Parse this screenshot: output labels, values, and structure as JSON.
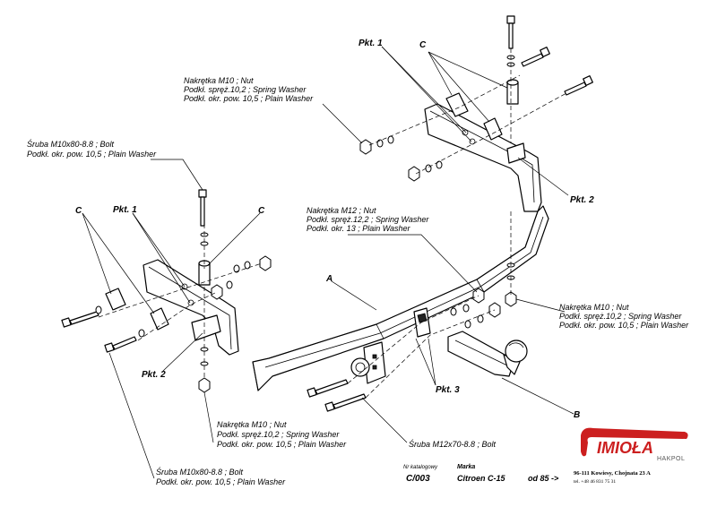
{
  "labels": {
    "nut_m10_top": [
      "Nakrętka  M10 ; Nut",
      "Podkł. spręż.10,2 ; Spring Washer",
      "Podkł. okr. pow. 10,5 ; Plain Washer"
    ],
    "bolt_m10_left": [
      "Śruba M10x80-8.8 ;  Bolt",
      "Podkł. okr. pow. 10,5 ; Plain Washer"
    ],
    "nut_m12": [
      "Nakrętka  M12 ; Nut",
      "Podkł. spręż.12,2 ; Spring Washer",
      "Podkł. okr. 13 ; Plain Washer"
    ],
    "nut_m10_right": [
      "Nakrętka  M10 ; Nut",
      "Podkł. spręż.10,2 ; Spring Washer",
      "Podkł. okr. pow. 10,5 ; Plain Washer"
    ],
    "nut_m10_bottom": [
      "Nakrętka  M10 ; Nut",
      "Podkł. spręż.10,2 ; Spring Washer",
      "Podkł. okr. pow. 10,5 ; Plain Washer"
    ],
    "bolt_m12": "Śruba M12x70-8.8 ;  Bolt",
    "bolt_m10_bottom": [
      "Śruba M10x80-8.8 ;  Bolt",
      "Podkł. okr. pow. 10,5 ; Plain Washer"
    ]
  },
  "markers": {
    "pkt1_top": "Pkt. 1",
    "c_top": "C",
    "pkt2_right": "Pkt. 2",
    "c_left": "C",
    "pkt1_left": "Pkt. 1",
    "c_mid": "C",
    "a": "A",
    "pkt2_left": "Pkt. 2",
    "pkt3": "Pkt. 3",
    "b": "B"
  },
  "footer": {
    "nr_label": "Nr katalogowy",
    "nr_value": "C/003",
    "marka_label": "Marka",
    "marka_value": "Citroen C-15",
    "od_value": "od  85 ->"
  },
  "company": {
    "name": "IMIOŁA",
    "sub": "HAKPOL",
    "address": "96-111 Kowiesy,  Chojnata 23 A",
    "phone": "tel. +48 46 831 75 31",
    "brand_color": "#cc1f1f"
  }
}
